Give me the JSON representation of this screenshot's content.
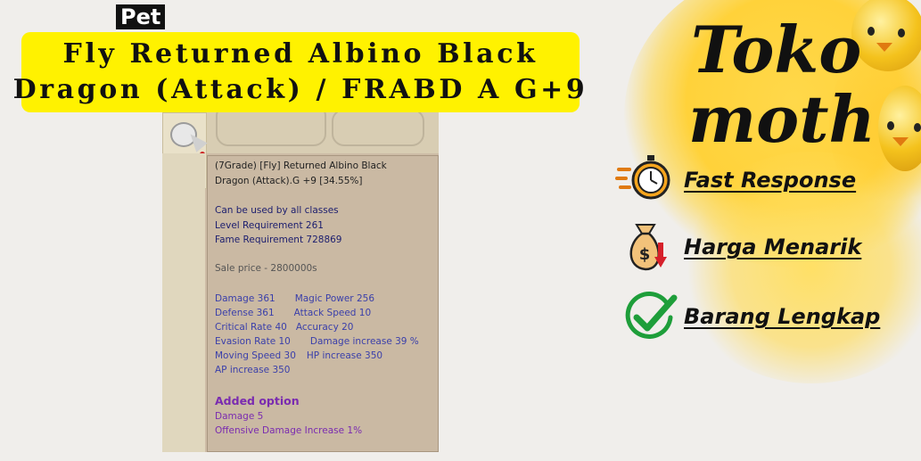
{
  "header": {
    "tag": "Pet",
    "title_line1": "Fly Returned Albino Black",
    "title_line2": "Dragon (Attack) / FRABD A G+9"
  },
  "tooltip": {
    "name_line1": "(7Grade) [Fly] Returned Albino Black",
    "name_line2": "Dragon (Attack).G +9 [34.55%]",
    "usable": "Can be used by all classes",
    "level_req": "Level Requirement 261",
    "fame_req": "Fame Requirement 728869",
    "sale_price": "Sale price - 2800000s",
    "stats": [
      [
        "Damage 361",
        "Magic Power 256"
      ],
      [
        "Defense 361",
        "Attack Speed 10"
      ],
      [
        "Critical Rate 40",
        "Accuracy 20"
      ],
      [
        "Evasion Rate 10",
        "Damage increase 39 %"
      ],
      [
        "Moving Speed 30",
        "HP increase 350"
      ],
      [
        "AP increase 350",
        ""
      ]
    ],
    "added_option_title": "Added option",
    "added_options": [
      "Damage 5",
      "Offensive Damage Increase 1%"
    ]
  },
  "brand": {
    "line1": "Toko",
    "line2": "moth"
  },
  "features": [
    {
      "label": "Fast Response",
      "icon": "stopwatch-icon"
    },
    {
      "label": "Harga Menarik",
      "icon": "money-bag-icon"
    },
    {
      "label": "Barang Lengkap",
      "icon": "checkmark-icon"
    }
  ],
  "colors": {
    "title_bg": "#fff200",
    "brand_yellow": "#ffd23a",
    "tooltip_bg": "#cab9a3",
    "check_green": "#1e9e3a",
    "price_arrow": "#d6202a"
  }
}
